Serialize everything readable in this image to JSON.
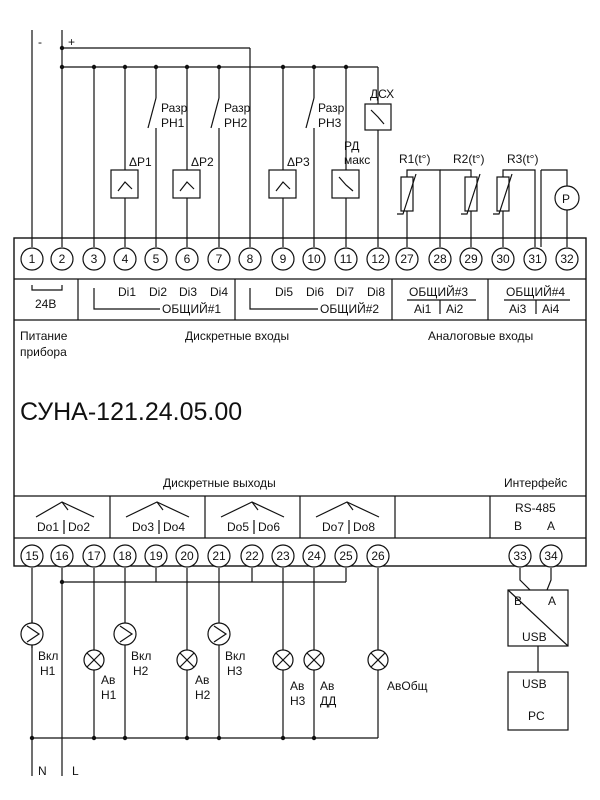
{
  "power_top": {
    "minus": "-",
    "plus": "+"
  },
  "top_terminals": [
    "1",
    "2",
    "3",
    "4",
    "5",
    "6",
    "7",
    "8",
    "9",
    "10",
    "11",
    "12",
    "27",
    "28",
    "29",
    "30",
    "31",
    "32"
  ],
  "bottom_terminals": [
    "15",
    "16",
    "17",
    "18",
    "19",
    "20",
    "21",
    "22",
    "23",
    "24",
    "25",
    "26",
    "33",
    "34"
  ],
  "sensors": {
    "p1": "ΔP1",
    "p2": "ΔP2",
    "p3": "ΔP3",
    "rn1_a": "Разр",
    "rn1_b": "РН1",
    "rn2_a": "Разр",
    "rn2_b": "РН2",
    "rn3_a": "Разр",
    "rn3_b": "РН3",
    "rd_a": "РД",
    "rd_b": "макс",
    "dsh": "ДСХ",
    "r1": "R1(t°)",
    "r2": "R2(t°)",
    "r3": "R3(t°)",
    "p": "P"
  },
  "top_labels": {
    "v24": "24В",
    "di": [
      "Di1",
      "Di2",
      "Di3",
      "Di4",
      "Di5",
      "Di6",
      "Di7",
      "Di8"
    ],
    "common1": "ОБЩИЙ#1",
    "common2": "ОБЩИЙ#2",
    "common3": "ОБЩИЙ#3",
    "common4": "ОБЩИЙ#4",
    "ai": [
      "Ai1",
      "Ai2",
      "Ai3",
      "Ai4"
    ]
  },
  "sections": {
    "power": "Питание",
    "power2": "прибора",
    "di_inputs": "Дискретные входы",
    "ai_inputs": "Аналоговые входы",
    "do_outputs": "Дискретные выходы",
    "interface": "Интерфейс"
  },
  "device_name": "СУНА-121.24.05.00",
  "bottom_labels": {
    "do": [
      "Do1",
      "Do2",
      "Do3",
      "Do4",
      "Do5",
      "Do6",
      "Do7",
      "Do8"
    ],
    "rs485": "RS-485",
    "b": "B",
    "a": "A"
  },
  "loads": {
    "vkl": "Вкл",
    "h1": "Н1",
    "h2": "Н2",
    "h3": "Н3",
    "av": "Ав",
    "dd": "ДД",
    "avobsh": "АвОбщ"
  },
  "converter": {
    "b": "B",
    "a": "A",
    "usb": "USB"
  },
  "pc": {
    "usb": "USB",
    "pc": "PC"
  },
  "bottom_power": {
    "n": "N",
    "l": "L"
  }
}
